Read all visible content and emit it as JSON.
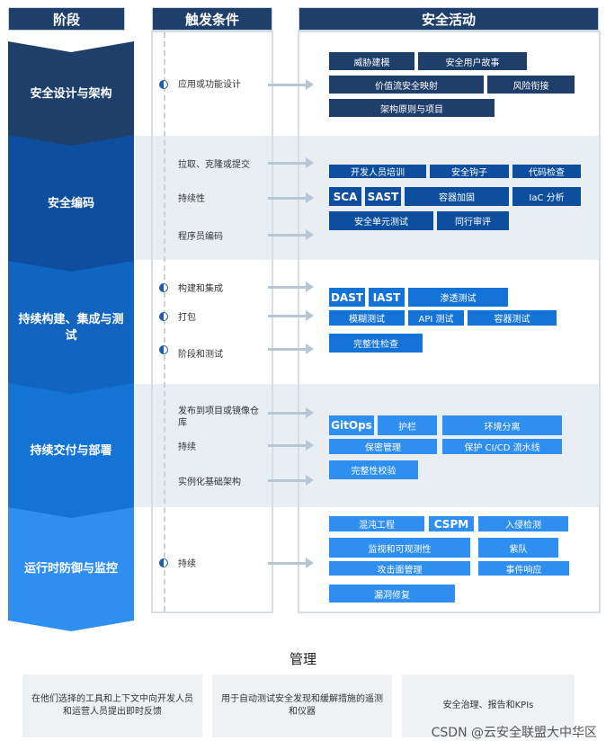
{
  "headers": {
    "stage": "阶段",
    "trigger": "触发条件",
    "activity": "安全活动"
  },
  "stages": [
    {
      "label": "安全设计与架构",
      "color": "#1f3f6b"
    },
    {
      "label": "安全编码",
      "color": "#0d4f9e"
    },
    {
      "label": "持续构建、集成与测试",
      "color": "#1164bf"
    },
    {
      "label": "持续交付与部署",
      "color": "#1474d6"
    },
    {
      "label": "运行时防御与监控",
      "color": "#2e8ff0"
    }
  ],
  "triggers": {
    "design": "应用或功能设计",
    "coding_pull": "拉取、克隆或提交",
    "coding_continuous": "持续性",
    "coding_programmer": "程序员编码",
    "build": "构建和集成",
    "package": "打包",
    "stage_test": "阶段和测试",
    "release": "发布到项目或镜像仓库",
    "delivery_continuous": "持续",
    "instantiate": "实例化基础架构",
    "runtime_continuous": "持续"
  },
  "activities": {
    "threat_model": "威胁建模",
    "security_user_story": "安全用户故事",
    "value_stream": "价值流安全映射",
    "risk_tradeoff": "风险衔接",
    "arch_principles": "架构原则与项目",
    "dev_training": "开发人员培训",
    "security_hooks": "安全钩子",
    "code_review": "代码检查",
    "sca": "SCA",
    "sast": "SAST",
    "container_hardening": "容器加固",
    "iac": "IaC 分析",
    "unit_test": "安全单元测试",
    "peer_review": "同行审评",
    "dast": "DAST",
    "iast": "IAST",
    "pentest": "渗透测试",
    "fuzzing": "模糊测试",
    "api_test": "API 测试",
    "container_test": "容器测试",
    "integrity_check": "完整性检查",
    "gitops": "GitOps",
    "guardrail": "护栏",
    "env_isolation": "环境分离",
    "secret_mgmt": "保密管理",
    "cicd_protect": "保护 CI/CD 流水线",
    "integrity_verify": "完整性校验",
    "chaos": "混沌工程",
    "cspm": "CSPM",
    "intrusion": "入侵检测",
    "monitoring": "监视和可观测性",
    "red_team": "紫队",
    "attack_surface": "攻击面管理",
    "incident": "事件响应",
    "vuln_fix": "漏洞修复"
  },
  "management": {
    "title": "管理",
    "items": [
      "在他们选择的工具和上下文中向开发人员和运营人员提出即时反馈",
      "用于自动测试安全发现和缓解措施的遥测和仪器",
      "安全治理、报告和KPIs"
    ]
  },
  "watermark": "CSDN @云安全联盟大中华区"
}
